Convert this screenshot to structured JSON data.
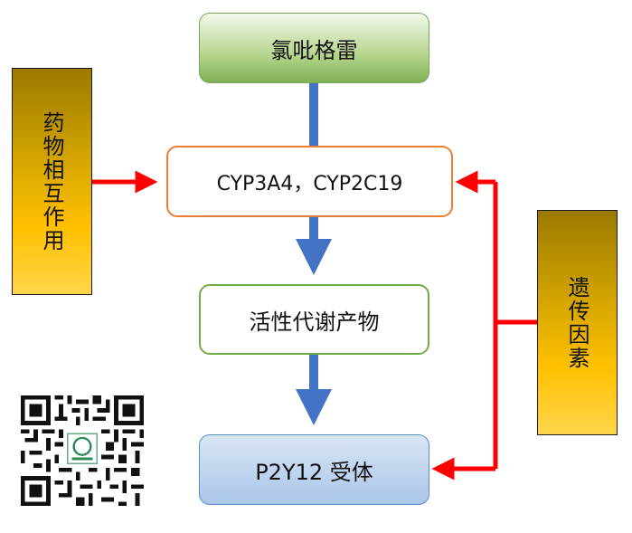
{
  "nodes": {
    "drug": "氯吡格雷",
    "cyp": "CYP3A4，CYP2C19",
    "metabolite": "活性代谢产物",
    "receptor": "P2Y12 受体",
    "ddi": "药物相互作用",
    "genetic": "遗传因素"
  },
  "colors": {
    "flow_arrow": "#4472c4",
    "influence_arrow": "#ff0000",
    "cyp_border": "#ed7d31",
    "metabolite_border": "#70ad47"
  }
}
